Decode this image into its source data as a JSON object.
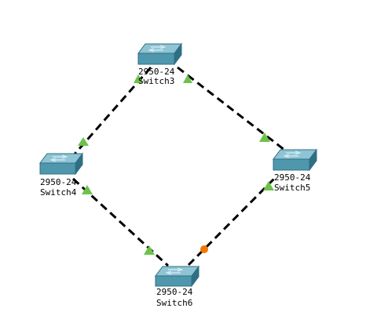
{
  "topology": {
    "devices": [
      {
        "id": "sw3",
        "model": "2950-24",
        "name": "Switch3"
      },
      {
        "id": "sw4",
        "model": "2950-24",
        "name": "Switch4"
      },
      {
        "id": "sw5",
        "model": "2950-24",
        "name": "Switch5"
      },
      {
        "id": "sw6",
        "model": "2950-24",
        "name": "Switch6"
      }
    ],
    "links": [
      {
        "from": "sw3",
        "to": "sw4",
        "from_port_state": "up",
        "to_port_state": "up"
      },
      {
        "from": "sw3",
        "to": "sw5",
        "from_port_state": "up",
        "to_port_state": "up"
      },
      {
        "from": "sw4",
        "to": "sw6",
        "from_port_state": "up",
        "to_port_state": "up"
      },
      {
        "from": "sw6",
        "to": "sw5",
        "from_port_state": "blocking",
        "to_port_state": "up"
      }
    ]
  },
  "colors": {
    "background": "#ffffff",
    "link": "#000000",
    "port_up": "#6cc24a",
    "port_blocking": "#f07800",
    "switch_top": "#8fc4d4",
    "switch_front": "#4f97ad",
    "switch_side": "#2f6f84",
    "label": "#000000"
  },
  "icons": {
    "switch": "switch-icon",
    "port_up": "triangle-up-icon",
    "port_blocking": "circle-dot-icon"
  }
}
